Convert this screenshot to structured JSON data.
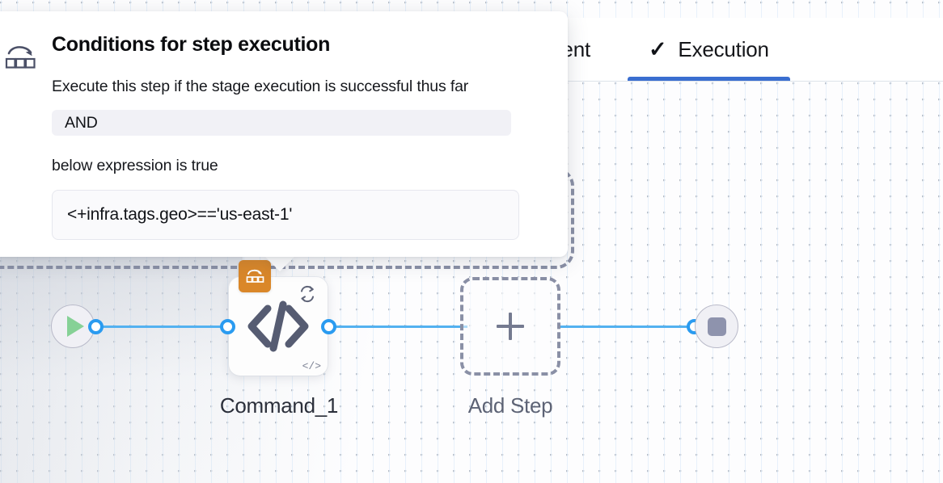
{
  "header": {
    "tabs": [
      {
        "label": "ronment",
        "full_label": "Environment",
        "icon": "",
        "active": false,
        "truncated": true
      },
      {
        "label": "Execution",
        "icon": "check-icon",
        "active": true,
        "truncated": false
      }
    ],
    "active_tab_accent": "#3a6ed0"
  },
  "popover": {
    "icon": "rollback-icon",
    "title": "Conditions for step execution",
    "description": "Execute this step if the stage execution is successful thus far",
    "condition_operator": "AND",
    "expression_label": "below expression is true",
    "expression_value": "<+infra.tags.geo>=='us-east-1'"
  },
  "pipeline": {
    "start_node": {
      "name": "start-node",
      "icon": "play-icon",
      "icon_color": "#86d196"
    },
    "end_node": {
      "name": "end-node",
      "icon": "stop-icon",
      "icon_color": "#8e93ad"
    },
    "step_node": {
      "label": "Command_1",
      "type_icon": "code-icon",
      "badge_icon": "rollback-icon",
      "badge_color": "#da8729",
      "loop_icon": "loop-retry-icon",
      "corner_icon": "code-icon-small",
      "corner_text": "</>"
    },
    "add_step": {
      "label": "Add Step",
      "icon": "plus-icon"
    },
    "edge_color": "#53b1f0",
    "port_color": "#2a9bf0"
  },
  "canvas": {
    "grid_dot_color": "#b6bcc6",
    "grid_line_color": "#e1eefa",
    "background": "#fdfdfe"
  }
}
